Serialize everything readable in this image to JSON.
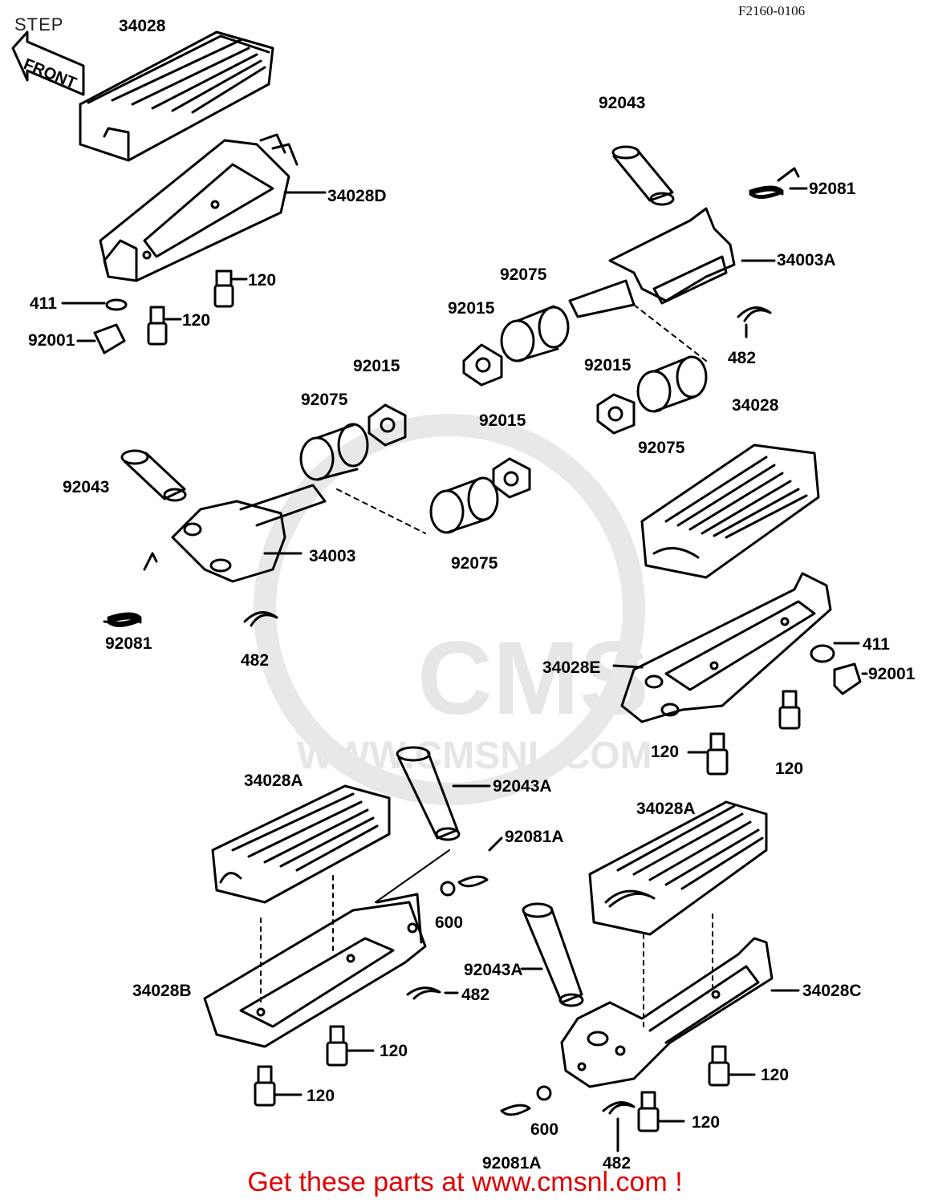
{
  "title": "STEP",
  "diagram_code": "F2160-0106",
  "front_label": "FRONT",
  "watermark": {
    "logo": "CMS",
    "url": "WWW.CMSNL.COM"
  },
  "footer": "Get these parts at www.cmsnl.com !",
  "parts": [
    {
      "id": "p1",
      "text": "34028"
    },
    {
      "id": "p2",
      "text": "34028D"
    },
    {
      "id": "p3",
      "text": "120"
    },
    {
      "id": "p4",
      "text": "120"
    },
    {
      "id": "p5",
      "text": "411"
    },
    {
      "id": "p6",
      "text": "92001"
    },
    {
      "id": "p7",
      "text": "92043"
    },
    {
      "id": "p8",
      "text": "92081"
    },
    {
      "id": "p9",
      "text": "34003A"
    },
    {
      "id": "p10",
      "text": "92075"
    },
    {
      "id": "p11",
      "text": "92015"
    },
    {
      "id": "p12",
      "text": "482"
    },
    {
      "id": "p13",
      "text": "92015"
    },
    {
      "id": "p14",
      "text": "92075"
    },
    {
      "id": "p15",
      "text": "92015"
    },
    {
      "id": "p16",
      "text": "92075"
    },
    {
      "id": "p17",
      "text": "34028"
    },
    {
      "id": "p18",
      "text": "92043"
    },
    {
      "id": "p19",
      "text": "92015"
    },
    {
      "id": "p20",
      "text": "34003"
    },
    {
      "id": "p21",
      "text": "92075"
    },
    {
      "id": "p22",
      "text": "92081"
    },
    {
      "id": "p23",
      "text": "482"
    },
    {
      "id": "p24",
      "text": "411"
    },
    {
      "id": "p25",
      "text": "34028E"
    },
    {
      "id": "p26",
      "text": "92001"
    },
    {
      "id": "p27",
      "text": "120"
    },
    {
      "id": "p28",
      "text": "120"
    },
    {
      "id": "p29",
      "text": "34028A"
    },
    {
      "id": "p30",
      "text": "92043A"
    },
    {
      "id": "p31",
      "text": "92081A"
    },
    {
      "id": "p32",
      "text": "600"
    },
    {
      "id": "p33",
      "text": "34028A"
    },
    {
      "id": "p34",
      "text": "34028B"
    },
    {
      "id": "p35",
      "text": "482"
    },
    {
      "id": "p36",
      "text": "92043A"
    },
    {
      "id": "p37",
      "text": "34028C"
    },
    {
      "id": "p38",
      "text": "120"
    },
    {
      "id": "p39",
      "text": "120"
    },
    {
      "id": "p40",
      "text": "120"
    },
    {
      "id": "p41",
      "text": "120"
    },
    {
      "id": "p42",
      "text": "600"
    },
    {
      "id": "p43",
      "text": "92081A"
    },
    {
      "id": "p44",
      "text": "482"
    }
  ]
}
